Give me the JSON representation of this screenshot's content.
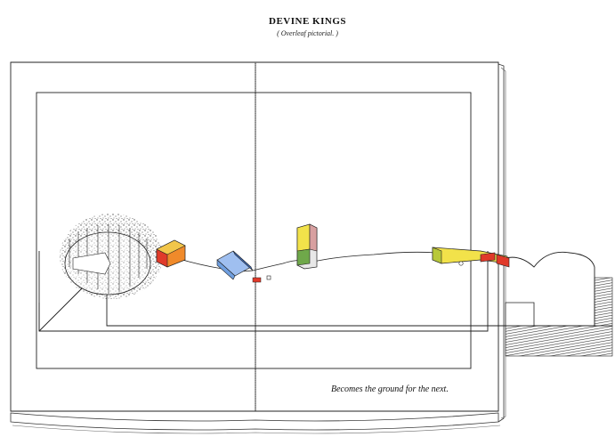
{
  "title": "DEVINE KINGS",
  "subtitle": "( Overleaf pictorial. )",
  "caption": "Becomes the ground for the next.",
  "colors": {
    "line": "#222222",
    "red": "#e03a2a",
    "orange": "#f08a2a",
    "yellow": "#f2e24a",
    "blue": "#6f9fe0",
    "green": "#6fa84a",
    "shadow": "#555555"
  }
}
